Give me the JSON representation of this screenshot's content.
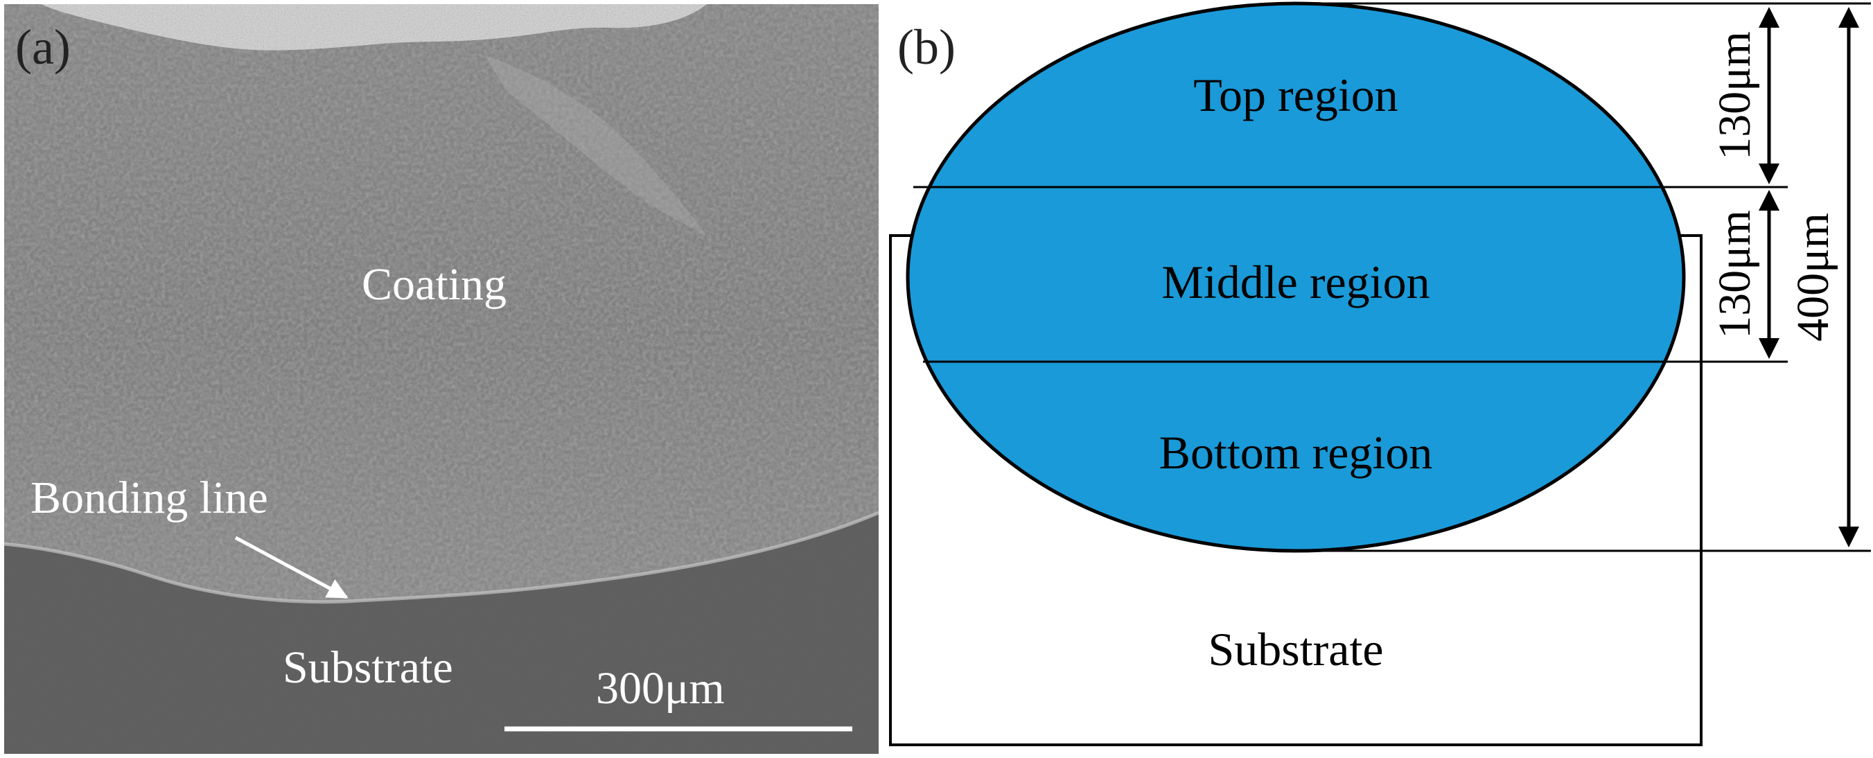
{
  "panel_a": {
    "label": "(a)",
    "coating_label": "Coating",
    "bonding_line_label": "Bonding line",
    "substrate_label": "Substrate",
    "scale_bar_label": "300μm"
  },
  "panel_b": {
    "label": "(b)",
    "top_region_label": "Top region",
    "middle_region_label": "Middle region",
    "bottom_region_label": "Bottom region",
    "substrate_label": "Substrate",
    "dim_top_label": "130μm",
    "dim_middle_label": "130μm",
    "dim_total_label": "400μm"
  },
  "colors": {
    "coating_fill": "#1a9ad8",
    "sem_coating": "#8c8c8c",
    "sem_substrate": "#6a6a6a",
    "outline": "#000000",
    "annotation_text": "#ffffff"
  }
}
